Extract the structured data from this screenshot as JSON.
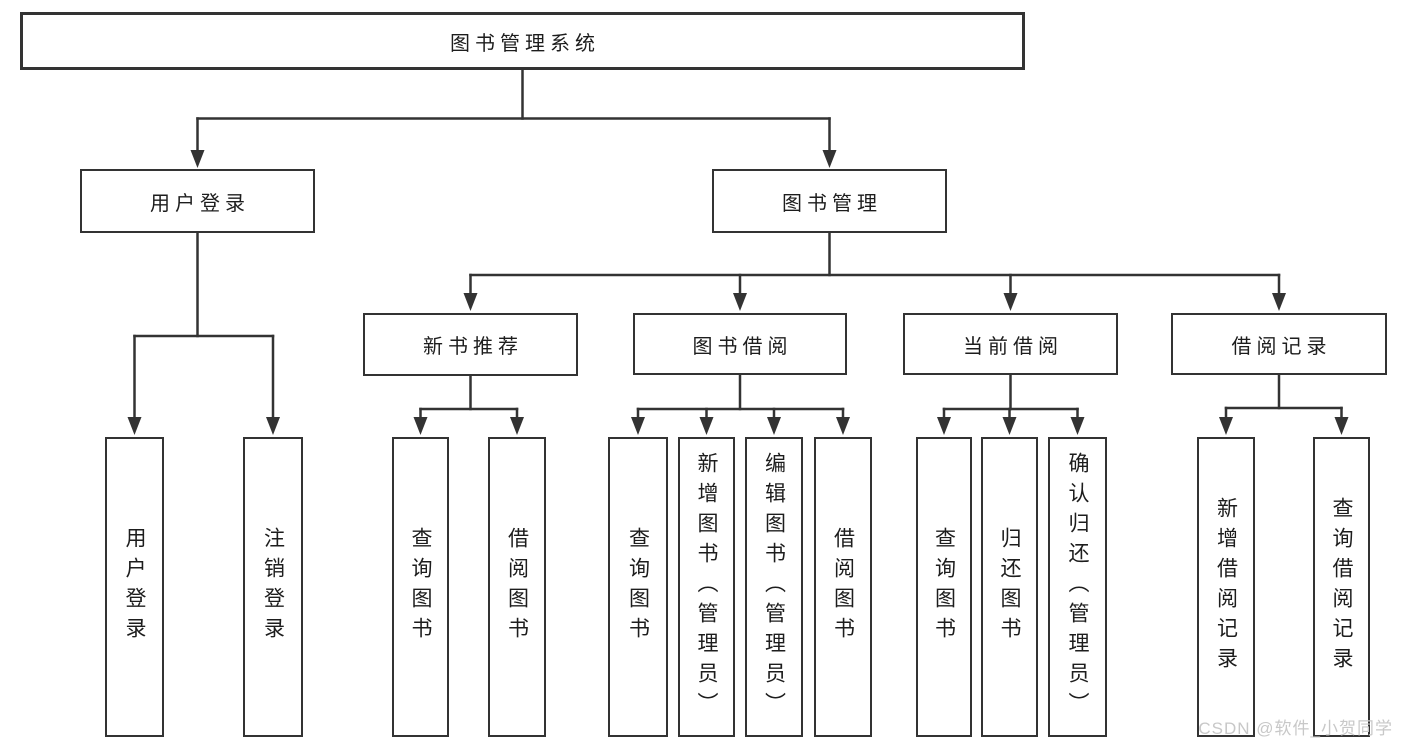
{
  "diagram": {
    "title": "图书管理系统",
    "root": {
      "label": "图书管理系统"
    },
    "level2": [
      {
        "id": "user-login",
        "label": "用户登录"
      },
      {
        "id": "book-management",
        "label": "图书管理"
      }
    ],
    "level3": [
      {
        "id": "new-book-recommend",
        "label": "新书推荐"
      },
      {
        "id": "book-borrow",
        "label": "图书借阅"
      },
      {
        "id": "current-borrow",
        "label": "当前借阅"
      },
      {
        "id": "borrow-records",
        "label": "借阅记录"
      }
    ],
    "leaves": {
      "user_login": [
        "用户登录",
        "注销登录"
      ],
      "new_book_recommend": [
        "查询图书",
        "借阅图书"
      ],
      "book_borrow": [
        "查询图书",
        "新增图书（管理员）",
        "编辑图书（管理员）",
        "借阅图书"
      ],
      "current_borrow": [
        "查询图书",
        "归还图书",
        "确认归还（管理员）"
      ],
      "borrow_records": [
        "新增借阅记录",
        "查询借阅记录"
      ]
    }
  },
  "watermark": {
    "text": "CSDN @软件_小贺同学",
    "color": "#c8c8c8"
  },
  "colors": {
    "line": "#333333",
    "background": "#ffffff",
    "text": "#1d1d1d"
  }
}
